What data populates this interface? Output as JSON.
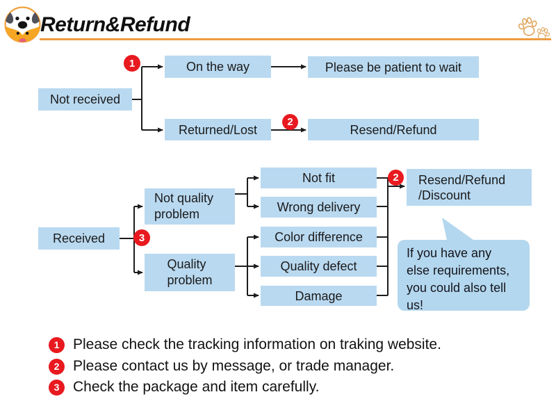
{
  "header": {
    "title": "Return&Refund",
    "logo_icon": "dog-face-logo",
    "corner_icon": "paw-prints",
    "divider_color": "#ef9a3c"
  },
  "colors": {
    "box_blue": "#b9d9f0",
    "bubble_blue": "#b3d7ee",
    "badge_red": "#e8191f",
    "line_black": "#1c1c1c"
  },
  "flow_not_received": {
    "root": "Not received",
    "badge_1": "1",
    "on_the_way": "On the way",
    "please_wait": "Please be patient to wait",
    "returned_lost": "Returned/Lost",
    "badge_2": "2",
    "resend_refund": "Resend/Refund"
  },
  "flow_received": {
    "root": "Received",
    "badge_3": "3",
    "not_quality_problem": {
      "line1": "Not quality",
      "line2": "problem"
    },
    "quality_problem": {
      "line1": "Quality",
      "line2": "problem"
    },
    "not_fit": "Not fit",
    "wrong_delivery": "Wrong delivery",
    "color_difference": "Color difference",
    "quality_defect": "Quality defect",
    "damage": "Damage",
    "badge_2": "2",
    "resend_refund_discount": {
      "line1": "Resend/Refund",
      "line2": "/Discount"
    },
    "bubble_note": {
      "line1": "If you have any",
      "line2": "else requirements,",
      "line3": "you could also tell",
      "line4": "us!"
    }
  },
  "legend": {
    "items": [
      {
        "num": "1",
        "text": "Please check the tracking information on traking website."
      },
      {
        "num": "2",
        "text": "Please contact us by message, or trade manager."
      },
      {
        "num": "3",
        "text": "Check the package and item carefully."
      }
    ]
  }
}
